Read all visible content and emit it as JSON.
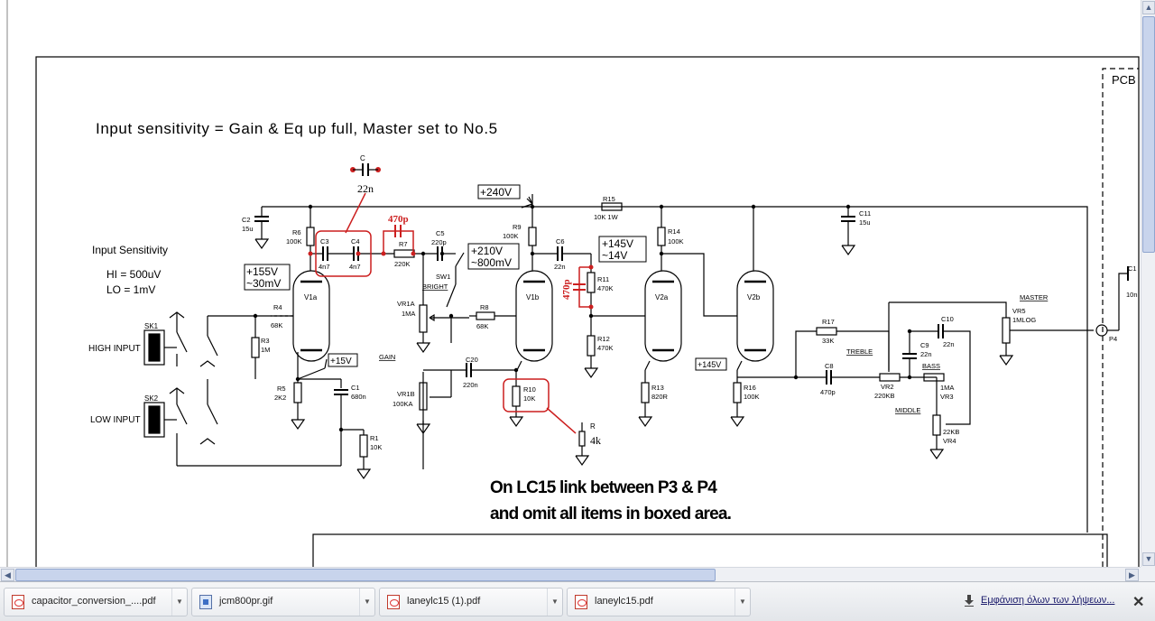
{
  "schematic": {
    "title_line": "Input sensitivity = Gain & Eq up full, Master set to No.5",
    "pcb_label": "PCB",
    "input_sens": {
      "heading": "Input Sensitivity",
      "hi": "HI = 500uV",
      "lo": "LO = 1mV"
    },
    "jacks": {
      "sk1": "SK1",
      "high_input": "HIGH INPUT",
      "sk2": "SK2",
      "low_input": "LOW INPUT"
    },
    "voltages": {
      "v240": "+240V",
      "v155": "+155V",
      "mv30": "~30mV",
      "v210": "+210V",
      "mv800": "~800mV",
      "v145": "+145V",
      "v14": "~14V",
      "v15": "+15V",
      "v145b": "+145V"
    },
    "tubes": {
      "v1a": "V1a",
      "v1b": "V1b",
      "v2a": "V2a",
      "v2b": "V2b"
    },
    "components": {
      "c2": "C2",
      "c2v": "15u",
      "r6": "R6",
      "r6v": "100K",
      "c3": "C3",
      "c3v": "4n7",
      "c4": "C4",
      "c4v": "4n7",
      "r7": "R7",
      "r7v": "220K",
      "c5": "C5",
      "c5v": "220p",
      "sw1": "SW1",
      "bright": "BRIGHT",
      "r9": "R9",
      "r9v": "100K",
      "c6": "C6",
      "c6v": "22n",
      "r15": "R15",
      "r15v": "10K 1W",
      "r14": "R14",
      "r14v": "100K",
      "c11": "C11",
      "c11v": "15u",
      "r11": "R11",
      "r11v": "470K",
      "r12": "R12",
      "r12v": "470K",
      "r13": "R13",
      "r13v": "820R",
      "r16": "R16",
      "r16v": "100K",
      "r4": "R4",
      "r4v": "68K",
      "r3": "R3",
      "r3v": "1M",
      "r5": "R5",
      "r5v": "2K2",
      "c1": "C1",
      "c1v": "680n",
      "r1": "R1",
      "r1v": "10K",
      "vr1a": "VR1A",
      "vr1av": "1MA",
      "r8": "R8",
      "r8v": "68K",
      "gain": "GAIN",
      "vr1b": "VR1B",
      "vr1bv": "100KA",
      "c20": "C20",
      "c20v": "220n",
      "r10": "R10",
      "r10v": "10K",
      "r17": "R17",
      "r17v": "33K",
      "treble": "TREBLE",
      "c8": "C8",
      "c8v": "470p",
      "vr2": "VR2",
      "vr2v": "220KB",
      "c9": "C9",
      "c9v": "22n",
      "c10": "C10",
      "c10v": "22n",
      "bass": "BASS",
      "vr3": "VR3",
      "vr3v": "1MA",
      "middle": "MIDDLE",
      "vr4": "VR4",
      "vr4v": "22KB",
      "master": "MASTER",
      "vr5": "VR5",
      "vr5v": "1MLOG",
      "c12": "C1",
      "c12v": "10n",
      "p4": "P4"
    },
    "annotations": {
      "c_label": "C",
      "c22n": "22n",
      "a470p_top": "470p",
      "a470p_side": "470p",
      "r_label": "R",
      "r4k": "4k"
    },
    "note_line1": "On LC15 link between P3 & P4",
    "note_line2": "and omit all items in boxed area."
  },
  "downloads": {
    "items": [
      {
        "name": "capacitor_conversion_....pdf",
        "icon": "pdf-icon"
      },
      {
        "name": "jcm800pr.gif",
        "icon": "gif-icon"
      },
      {
        "name": "laneylc15 (1).pdf",
        "icon": "pdf-icon"
      },
      {
        "name": "laneylc15.pdf",
        "icon": "pdf-icon"
      }
    ],
    "show_all": "Εμφάνιση όλων των λήψεων...",
    "close": "✕"
  },
  "colors": {
    "annotation_red": "#cc1f1f",
    "scrollbar_thumb": "#c8d4ec"
  }
}
